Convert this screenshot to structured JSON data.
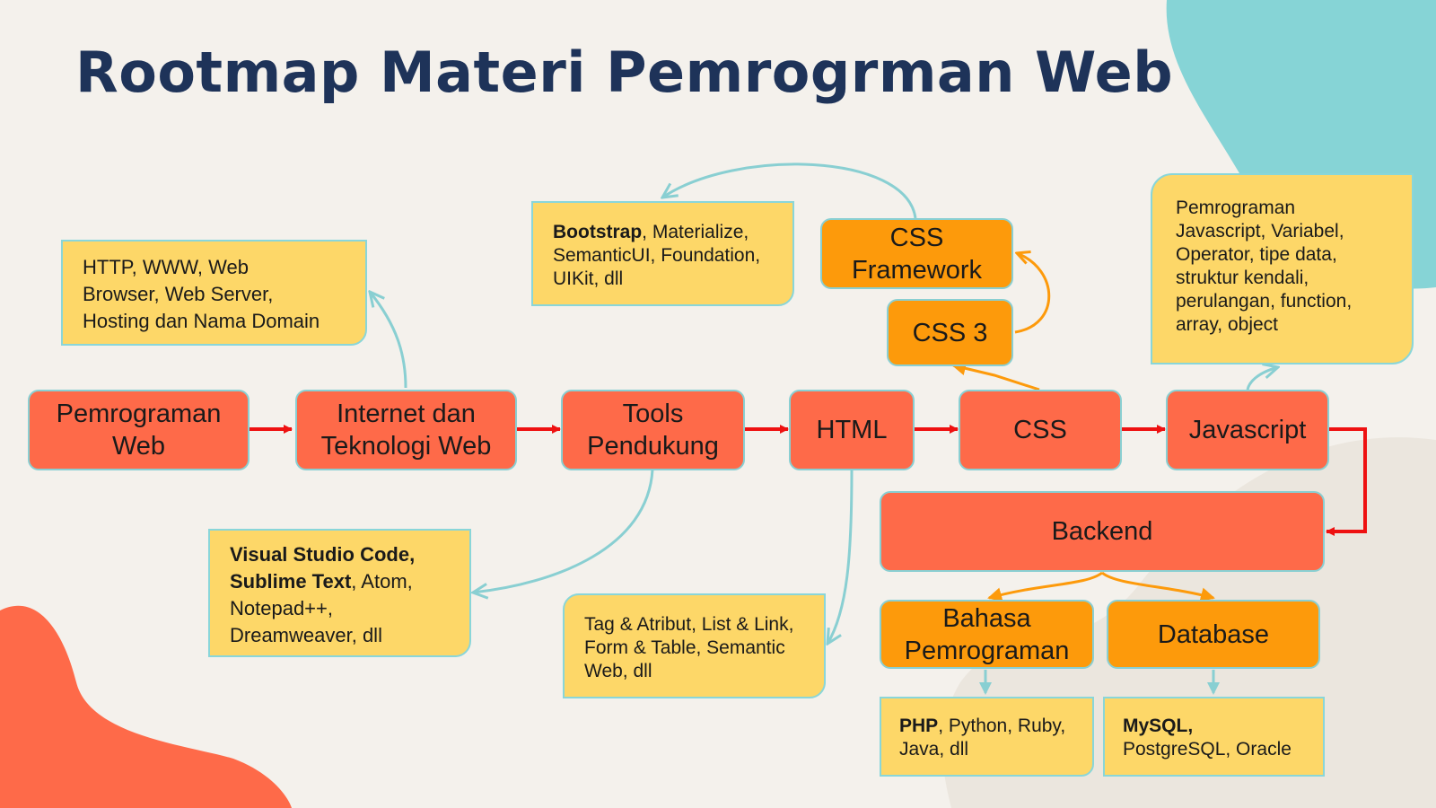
{
  "title": "Rootmap Materi Pemrogrman Web",
  "colors": {
    "title": "#1e3359",
    "node_main": "#fe6a49",
    "node_sub": "#fd9a0b",
    "note": "#fdd768",
    "main_arrow": "#ee1111",
    "side_arrow": "#89cfd2",
    "framework_arrow": "#fd9a0b"
  },
  "nodes": {
    "pemrograman_web": {
      "line1": "Pemrograman",
      "line2": "Web"
    },
    "internet": {
      "line1": "Internet dan",
      "line2": "Teknologi Web"
    },
    "tools": {
      "line1": "Tools",
      "line2": "Pendukung"
    },
    "html": "HTML",
    "css": "CSS",
    "javascript": "Javascript",
    "css3": "CSS 3",
    "css_framework": {
      "line1": "CSS",
      "line2": "Framework"
    },
    "backend": "Backend",
    "bahasa": {
      "line1": "Bahasa",
      "line2": "Pemrograman"
    },
    "database": "Database"
  },
  "notes": {
    "internet": {
      "line1": "HTTP, WWW, Web",
      "line2": "Browser, Web Server,",
      "line3": "Hosting dan Nama Domain"
    },
    "framework": {
      "bold": "Bootstrap",
      "line1_rest": ", Materialize,",
      "line2": "SemanticUI, Foundation,",
      "line3": "UIKit, dll"
    },
    "tools": {
      "bold1": "Visual Studio Code,",
      "bold2": "Sublime Text",
      "line2_rest": ", Atom,",
      "line3": "Notepad++,",
      "line4": "Dreamweaver, dll"
    },
    "html": {
      "line1": "Tag & Atribut, List & Link,",
      "line2": "Form & Table, Semantic",
      "line3": "Web, dll"
    },
    "javascript": {
      "line1": "Pemrograman",
      "line2": "Javascript, Variabel,",
      "line3": "Operator, tipe data,",
      "line4": "struktur kendali,",
      "line5": "perulangan, function,",
      "line6": "array, object"
    },
    "bahasa": {
      "bold": "PHP",
      "line1_rest": ", Python, Ruby,",
      "line2": "Java, dll"
    },
    "database": {
      "bold": "MySQL,",
      "line2": "PostgreSQL, Oracle"
    }
  }
}
